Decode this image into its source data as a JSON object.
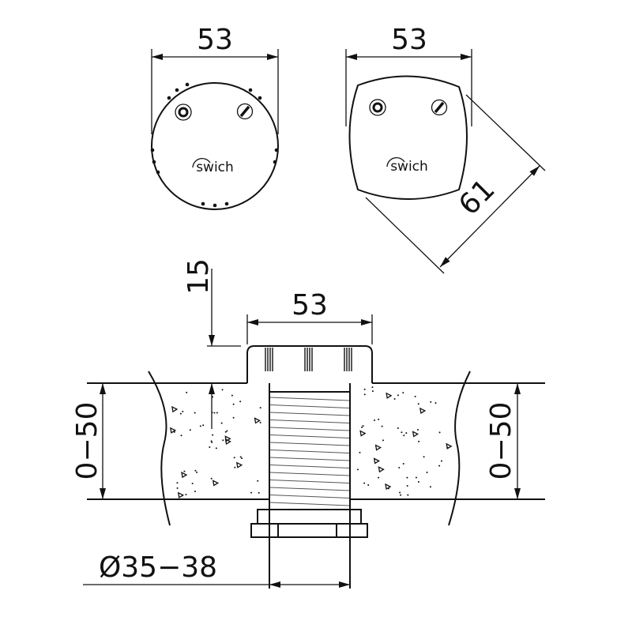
{
  "front_round": {
    "width_label": "53",
    "logo": "swich"
  },
  "front_square": {
    "width_label": "53",
    "diagonal_label": "61",
    "logo": "swich"
  },
  "section": {
    "cap_width_label": "53",
    "cap_height_label": "15",
    "thickness_left_label": "0−50",
    "thickness_right_label": "0−50",
    "hole_diameter_label": "Ø35−38"
  }
}
